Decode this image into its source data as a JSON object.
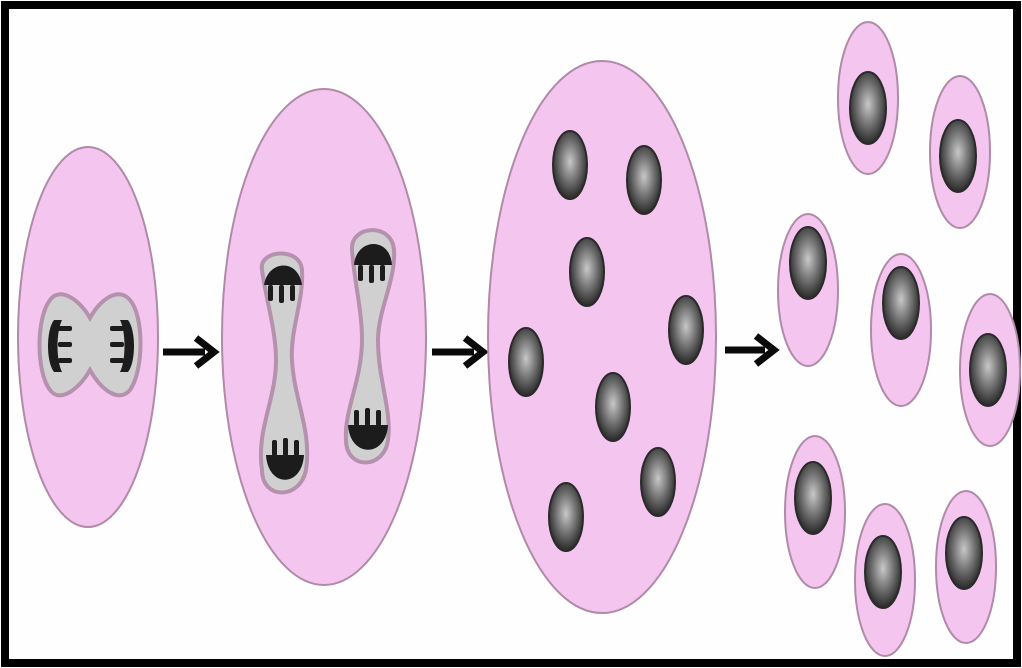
{
  "figure": {
    "frame_color": "#000000",
    "background": "#fefefe",
    "cytoplasm_fill": "#f4c6ef",
    "cytoplasm_edge": "#b08aa8",
    "nucleus_fill": "#cfcfcf",
    "nucleus_edge": "#b491ad",
    "chromatin_dark": "#1c1c1c",
    "chromatin_light": "#9a9a9a",
    "arrow_color": "#0a0a0a",
    "stages": [
      {
        "name": "stage-1",
        "description_icon": "dividing-nucleus"
      },
      {
        "name": "stage-2",
        "description_icon": "two-dividing-nuclei"
      },
      {
        "name": "stage-3",
        "description_icon": "multinucleate-cell"
      },
      {
        "name": "stage-4",
        "description_icon": "separated-cells"
      }
    ],
    "arrows": 3
  }
}
